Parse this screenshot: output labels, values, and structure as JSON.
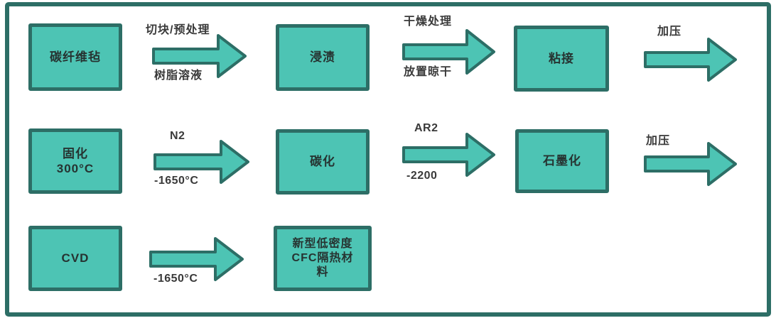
{
  "colors": {
    "node_fill": "#4dc4b4",
    "node_border": "#2d6e66",
    "frame_border": "#2d6e66",
    "box_text": "#263331",
    "label_text": "#3a3a3a",
    "background": "#ffffff"
  },
  "flow": {
    "rows": [
      {
        "boxes": [
          {
            "label": "碳纤维毡"
          },
          {
            "label": "浸渍"
          },
          {
            "label": "粘接"
          }
        ],
        "arrows": [
          {
            "top": "切块/预处理",
            "bottom": "树脂溶液"
          },
          {
            "top": "干燥处理",
            "bottom": "放置晾干"
          },
          {
            "top": "加压",
            "bottom": ""
          }
        ]
      },
      {
        "boxes": [
          {
            "label": "固化\n300°C"
          },
          {
            "label": "碳化"
          },
          {
            "label": "石墨化"
          }
        ],
        "arrows": [
          {
            "top": "N2",
            "bottom": "-1650°C"
          },
          {
            "top": "AR2",
            "bottom": "-2200"
          },
          {
            "top": "加压",
            "bottom": ""
          }
        ]
      },
      {
        "boxes": [
          {
            "label": "CVD"
          },
          {
            "label": "新型低密度\nCFC隔热材\n料"
          }
        ],
        "arrows": [
          {
            "top": "",
            "bottom": "-1650°C"
          }
        ]
      }
    ]
  }
}
